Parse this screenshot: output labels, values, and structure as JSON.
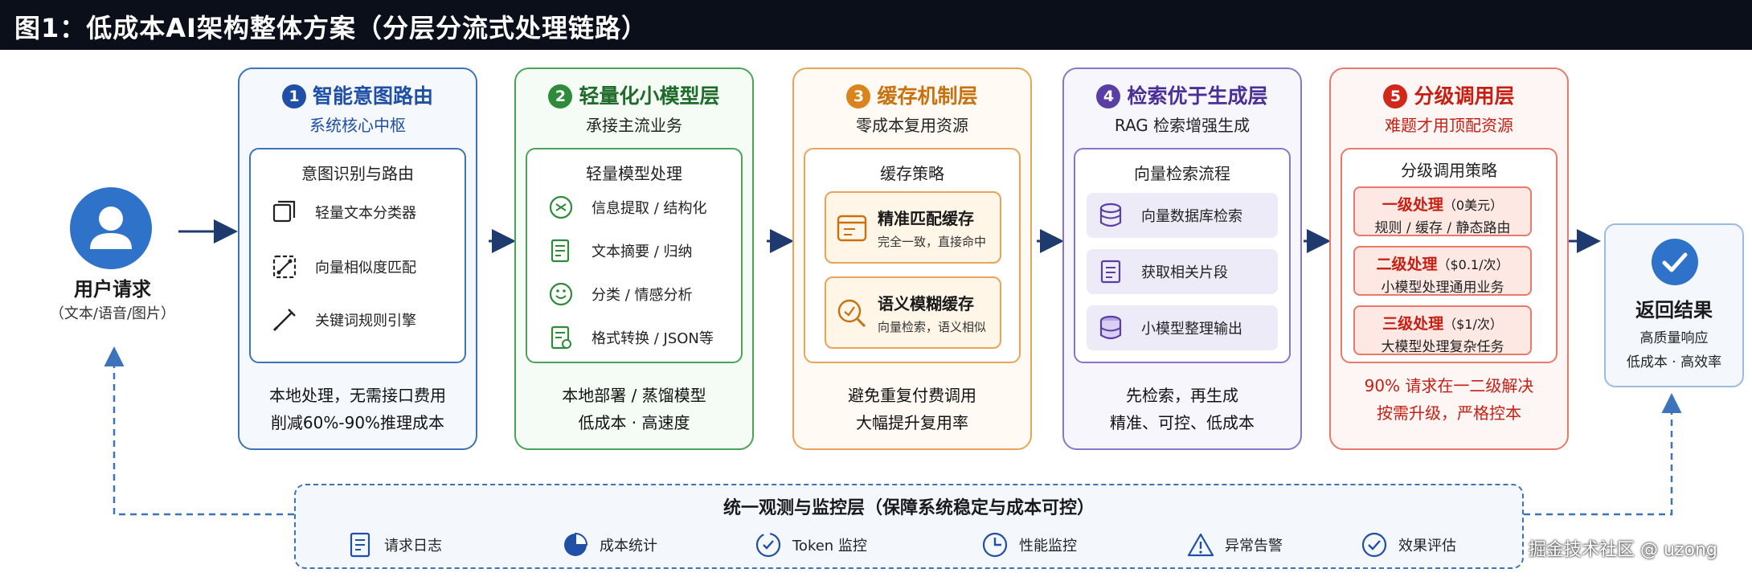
{
  "title": "图1：低成本AI架构整体方案（分层分流式处理链路）",
  "user": {
    "label": "用户请求",
    "sub": "（文本/语音/图片）"
  },
  "columns": [
    {
      "num": "1",
      "title": "智能意图路由",
      "subtitle": "系统核心中枢",
      "accent": "#1f4fa6",
      "inner_title": "意图识别与路由",
      "items": [
        "轻量文本分类器",
        "向量相似度匹配",
        "关键词规则引擎"
      ],
      "footer": [
        "本地处理，无需接口费用",
        "削减60%-90%推理成本"
      ]
    },
    {
      "num": "2",
      "title": "轻量化小模型层",
      "subtitle": "承接主流业务",
      "accent": "#2e8b3a",
      "inner_title": "轻量模型处理",
      "items": [
        "信息提取 / 结构化",
        "文本摘要 / 归纳",
        "分类 / 情感分析",
        "格式转换 / JSON等"
      ],
      "footer": [
        "本地部署 / 蒸馏模型",
        "低成本 · 高速度"
      ]
    },
    {
      "num": "3",
      "title": "缓存机制层",
      "subtitle": "零成本复用资源",
      "accent": "#d9841c",
      "inner_title": "缓存策略",
      "cards": [
        {
          "title": "精准匹配缓存",
          "sub": "完全一致，直接命中"
        },
        {
          "title": "语义模糊缓存",
          "sub": "向量检索，语义相似"
        }
      ],
      "footer": [
        "避免重复付费调用",
        "大幅提升复用率"
      ]
    },
    {
      "num": "4",
      "title": "检索优于生成层",
      "subtitle": "RAG 检索增强生成",
      "accent": "#5a3ea6",
      "inner_title": "向量检索流程",
      "items": [
        "向量数据库检索",
        "获取相关片段",
        "小模型整理输出"
      ],
      "footer": [
        "先检索，再生成",
        "精准、可控、低成本"
      ]
    },
    {
      "num": "5",
      "title": "分级调用层",
      "subtitle": "难题才用顶配资源",
      "accent": "#d0281a",
      "inner_title": "分级调用策略",
      "tiers": [
        {
          "name": "一级处理",
          "price": "（0美元）",
          "desc": "规则 / 缓存 / 静态路由"
        },
        {
          "name": "二级处理",
          "price": "（$0.1/次）",
          "desc": "小模型处理通用业务"
        },
        {
          "name": "三级处理",
          "price": "（$1/次）",
          "desc": "大模型处理复杂任务"
        }
      ],
      "footer": [
        "90% 请求在一二级解决",
        "按需升级，严格控本"
      ]
    }
  ],
  "result": {
    "title": "返回结果",
    "lines": [
      "高质量响应",
      "低成本 · 高效率"
    ]
  },
  "monitor": {
    "title": "统一观测与监控层（保障系统稳定与成本可控）",
    "items": [
      "请求日志",
      "成本统计",
      "Token 监控",
      "性能监控",
      "异常告警",
      "效果评估"
    ]
  },
  "watermark": "掘金技术社区 @ uzong",
  "icons": [
    "user-icon",
    "check-icon",
    "classifier-icon",
    "vector-match-icon",
    "rule-engine-icon",
    "extract-icon",
    "summary-icon",
    "sentiment-icon",
    "format-icon",
    "exact-cache-icon",
    "semantic-cache-icon",
    "database-icon",
    "fragment-icon",
    "stack-icon",
    "log-icon",
    "pie-icon",
    "token-icon",
    "clock-icon",
    "alert-icon",
    "evaluate-icon"
  ]
}
